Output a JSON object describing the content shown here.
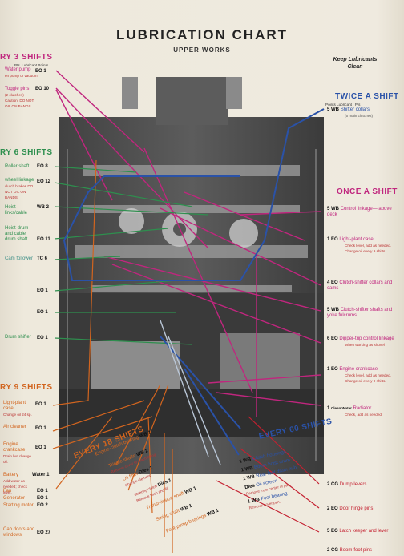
{
  "header": {
    "title": "LUBRICATION CHART",
    "subtitle": "UPPER WORKS",
    "keep_line1": "Keep Lubricants",
    "keep_line2": "Clean"
  },
  "left_col_header": {
    "pts": "Pts",
    "lubricant": "Lubricant Points"
  },
  "every3": {
    "heading": "RY 3 SHIFTS",
    "items": [
      {
        "label": "Water pump",
        "note": "en pump or vacuum.",
        "code": "EO",
        "pts": "1"
      },
      {
        "label": "Toggle pins",
        "note": "(2 clutches)",
        "extra": "Caution: DO NOT OIL ON BANDS.",
        "code": "EO",
        "pts": "10"
      }
    ]
  },
  "every6": {
    "heading": "RY 6 SHIFTS",
    "items": [
      {
        "label": "Roller shaft",
        "code": "EO",
        "pts": "8"
      },
      {
        "label": "wheel linkage",
        "extra": "clutch brakes DO NOT OIL ON BANDS.",
        "code": "EO",
        "pts": "12"
      },
      {
        "label": "Hoist links/cable",
        "code": "WB",
        "pts": "2"
      },
      {
        "label": "Hoist-drum and cable drum shaft",
        "code": "EO",
        "pts": "11"
      },
      {
        "label": "Cam follower",
        "code": "TC",
        "pts": "6"
      },
      {
        "label": "",
        "code": "EO",
        "pts": "1"
      },
      {
        "label": "",
        "code": "EO",
        "pts": "1"
      },
      {
        "label": "Drum shifter",
        "code": "EO",
        "pts": "1"
      }
    ]
  },
  "every9": {
    "heading": "RY 9 SHIFTS",
    "items": [
      {
        "label": "Light-plant case",
        "note": "Change oil 24 sp.",
        "code": "EO",
        "pts": "1"
      },
      {
        "label": "Air cleaner",
        "code": "EO",
        "pts": "1"
      },
      {
        "label": "Engine crankcase",
        "note": "Drain but change oil.",
        "code": "EO",
        "pts": "1"
      },
      {
        "label": "Battery",
        "note": "Add water as needed; check level.",
        "code": "Water",
        "pts": "1"
      },
      {
        "label": "Fan",
        "code": "EO",
        "pts": "1"
      },
      {
        "label": "Generator",
        "code": "EO",
        "pts": "1"
      },
      {
        "label": "Starting motor",
        "code": "EO",
        "pts": "2"
      },
      {
        "label": "Cab doors and windows",
        "code": "EO",
        "pts": "27"
      }
    ]
  },
  "every18": {
    "heading": "EVERY 18 SHIFTS",
    "items": [
      {
        "label": "Engine-clutch bearing",
        "code": "WB",
        "pts": "1"
      },
      {
        "label": "Tripple shafts",
        "note": "Remove cover to reach fitting",
        "code": "WB",
        "pts": "2"
      },
      {
        "label": "Oil filter",
        "note": "Change element",
        "code": "Dies",
        "pts": "1"
      },
      {
        "label": "Steering clutch",
        "note": "Remove flush and fill",
        "code": "Dies",
        "pts": "1"
      },
      {
        "label": "Transmission shaft",
        "code": "WB",
        "pts": "1"
      },
      {
        "label": "Swing shaft",
        "code": "WB",
        "pts": "1"
      },
      {
        "label": "Foot-pump bearings",
        "code": "WB",
        "pts": "1"
      }
    ]
  },
  "twice": {
    "heading": "TWICE A SHIFT",
    "col_pts": "Points",
    "col_lub": "Lubricant",
    "col_pos": "Pts",
    "items": [
      {
        "pts": "5",
        "code": "WB",
        "label": "Shifter collars",
        "note": "(5 main clutches)"
      }
    ]
  },
  "once": {
    "heading": "ONCE A SHIFT",
    "items": [
      {
        "pts": "5",
        "code": "WB",
        "label": "Control linkage— above deck"
      },
      {
        "pts": "1",
        "code": "EO",
        "label": "Light-plant case",
        "note": "Check level, add as needed. Change oil every 9 shifts."
      },
      {
        "pts": "4",
        "code": "EO",
        "label": "Clutch-shifter collars and cams"
      },
      {
        "pts": "5",
        "code": "WB",
        "label": "Clutch-shifter shafts and yoke fulcrums"
      },
      {
        "pts": "6",
        "code": "EO",
        "label": "Dipper-trip control linkage",
        "note": "When working as shovel"
      },
      {
        "pts": "1",
        "code": "EO",
        "label": "Engine crankcase",
        "note": "Check level, add as needed. Change oil every 9 shifts."
      },
      {
        "pts": "1",
        "code": "Clean Water",
        "label": "Radiator",
        "note": "Check, add as needed."
      }
    ]
  },
  "every60": {
    "heading": "EVERY 60 SHIFTS",
    "items": [
      {
        "pts": "1",
        "code": "WB",
        "label": "Clutch housings"
      },
      {
        "pts": "1",
        "code": "WB",
        "label": "Boom-hoist drum"
      },
      {
        "pts": "1",
        "code": "WB",
        "label": "Rear foot drum hub"
      },
      {
        "pts": "",
        "code": "Dies",
        "label": "Oil screen",
        "note": "Remove from center of pan."
      },
      {
        "pts": "1",
        "code": "WB",
        "label": "Foot bearing",
        "note": "Remove cover pan."
      }
    ]
  },
  "lower_right": {
    "items": [
      {
        "pts": "2",
        "code": "CG",
        "label": "Dump levers"
      },
      {
        "pts": "2",
        "code": "EO",
        "label": "Door hinge pins"
      },
      {
        "pts": "5",
        "code": "EO",
        "label": "Latch keeper and lever"
      },
      {
        "pts": "2",
        "code": "CG",
        "label": "Boom-foot pins"
      }
    ]
  },
  "colors": {
    "magenta": "#c0267e",
    "green": "#2e8f4e",
    "orange": "#d2651f",
    "blue": "#2a52a8",
    "red": "#c42030",
    "teal": "#3d8f86"
  }
}
